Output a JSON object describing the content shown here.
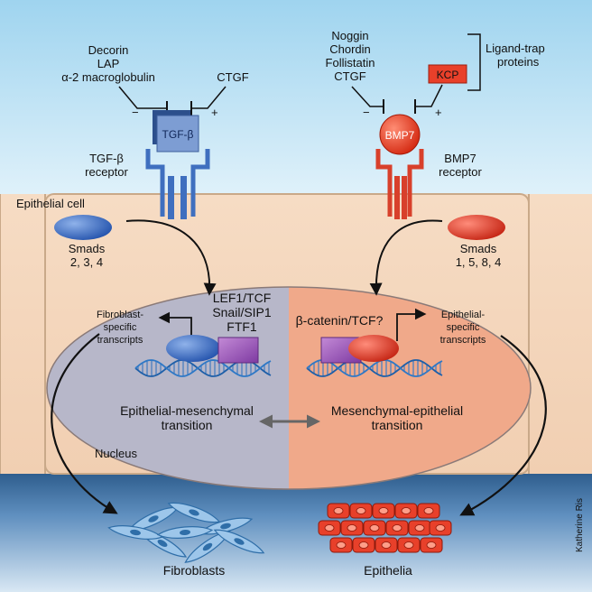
{
  "ligands_left": {
    "inhibitors": [
      "Decorin",
      "LAP",
      "α-2 macroglobulin"
    ],
    "activator": "CTGF",
    "minus": "−",
    "plus": "+",
    "ligand": "TGF-β",
    "receptor": [
      "TGF-β",
      "receptor"
    ],
    "colors": {
      "ligand": "#6f90c9",
      "receptor": "#3f6fbf"
    }
  },
  "ligands_right": {
    "inhibitors": [
      "Noggin",
      "Chordin",
      "Follistatin",
      "CTGF"
    ],
    "activator": "KCP",
    "minus": "−",
    "plus": "+",
    "ligand": "BMP7",
    "receptor": [
      "BMP7",
      "receptor"
    ],
    "trap_label": [
      "Ligand-trap",
      "proteins"
    ],
    "colors": {
      "ligand": "#e8402a",
      "receptor": "#d8402b"
    }
  },
  "cell": {
    "label": "Epithelial cell",
    "nucleus_label": "Nucleus"
  },
  "smads_left": [
    "Smads",
    "2, 3, 4"
  ],
  "smads_right": [
    "Smads",
    "1, 5, 8, 4"
  ],
  "tf_left": [
    "LEF1/TCF",
    "Snail/SIP1",
    "FTF1"
  ],
  "tf_right": "β-catenin/TCF?",
  "transcripts_left": [
    "Fibroblast-",
    "specific",
    "transcripts"
  ],
  "transcripts_right": [
    "Epithelial-",
    "specific",
    "transcripts"
  ],
  "transition_left": [
    "Epithelial-mesenchymal",
    "transition"
  ],
  "transition_right": [
    "Mesenchymal-epithelial",
    "transition"
  ],
  "outcomes": {
    "left": "Fibroblasts",
    "right": "Epithelia"
  },
  "credit": "Katherine Ris"
}
